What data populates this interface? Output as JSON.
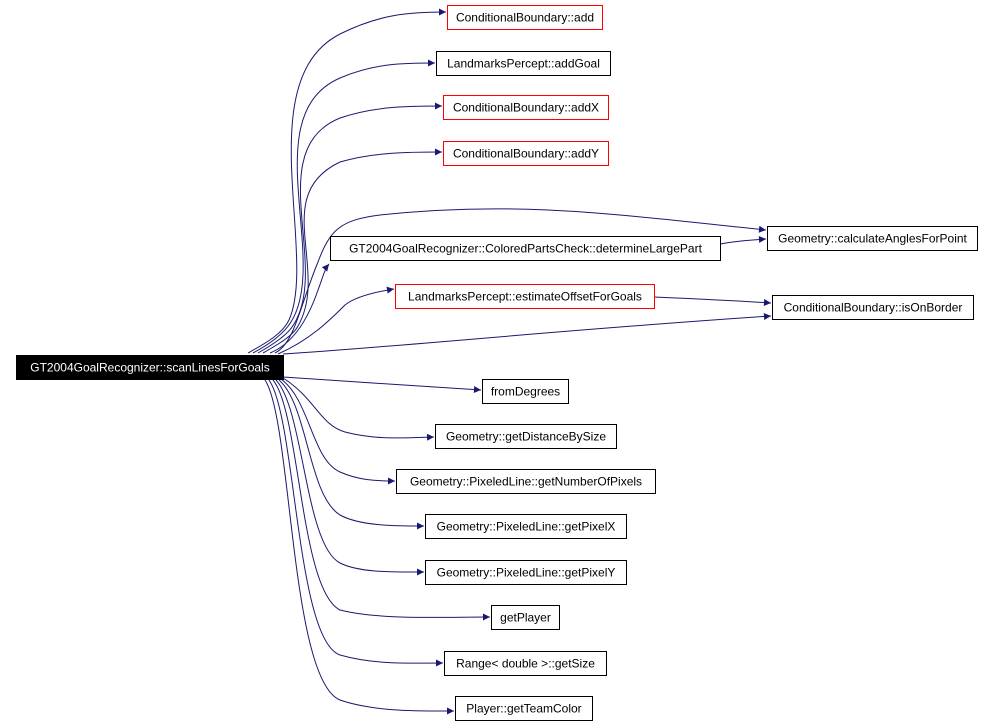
{
  "diagram": {
    "type": "call-graph",
    "colors": {
      "edge": "#191970",
      "root_fill": "#000000",
      "root_text": "#ffffff",
      "node_border_black": "#000000",
      "node_border_red": "#ff0000",
      "node_text": "#000000"
    },
    "root": {
      "id": "root",
      "label": "GT2004GoalRecognizer::scanLinesForGoals"
    },
    "nodes": [
      {
        "id": "cb-add",
        "label": "ConditionalBoundary::add",
        "border": "red"
      },
      {
        "id": "lp-addgoal",
        "label": "LandmarksPercept::addGoal",
        "border": "black"
      },
      {
        "id": "cb-addx",
        "label": "ConditionalBoundary::addX",
        "border": "red"
      },
      {
        "id": "cb-addy",
        "label": "ConditionalBoundary::addY",
        "border": "red"
      },
      {
        "id": "cpc-dlp",
        "label": "GT2004GoalRecognizer::ColoredPartsCheck::determineLargePart",
        "border": "black"
      },
      {
        "id": "lp-eofg",
        "label": "LandmarksPercept::estimateOffsetForGoals",
        "border": "red"
      },
      {
        "id": "geo-cafp",
        "label": "Geometry::calculateAnglesForPoint",
        "border": "black"
      },
      {
        "id": "cb-isonborder",
        "label": "ConditionalBoundary::isOnBorder",
        "border": "black"
      },
      {
        "id": "fromdegrees",
        "label": "fromDegrees",
        "border": "black"
      },
      {
        "id": "geo-gdbs",
        "label": "Geometry::getDistanceBySize",
        "border": "black"
      },
      {
        "id": "pl-gnop",
        "label": "Geometry::PixeledLine::getNumberOfPixels",
        "border": "black"
      },
      {
        "id": "pl-gpx",
        "label": "Geometry::PixeledLine::getPixelX",
        "border": "black"
      },
      {
        "id": "pl-gpy",
        "label": "Geometry::PixeledLine::getPixelY",
        "border": "black"
      },
      {
        "id": "getplayer",
        "label": "getPlayer",
        "border": "black"
      },
      {
        "id": "range-getsize",
        "label": "Range< double >::getSize",
        "border": "black"
      },
      {
        "id": "player-gtc",
        "label": "Player::getTeamColor",
        "border": "black"
      }
    ],
    "edges": [
      {
        "from": "root",
        "to": "cb-add"
      },
      {
        "from": "root",
        "to": "lp-addgoal"
      },
      {
        "from": "root",
        "to": "cb-addx"
      },
      {
        "from": "root",
        "to": "cb-addy"
      },
      {
        "from": "root",
        "to": "cpc-dlp"
      },
      {
        "from": "root",
        "to": "geo-cafp"
      },
      {
        "from": "root",
        "to": "lp-eofg"
      },
      {
        "from": "root",
        "to": "cb-isonborder"
      },
      {
        "from": "root",
        "to": "fromdegrees"
      },
      {
        "from": "root",
        "to": "geo-gdbs"
      },
      {
        "from": "root",
        "to": "pl-gnop"
      },
      {
        "from": "root",
        "to": "pl-gpx"
      },
      {
        "from": "root",
        "to": "pl-gpy"
      },
      {
        "from": "root",
        "to": "getplayer"
      },
      {
        "from": "root",
        "to": "range-getsize"
      },
      {
        "from": "root",
        "to": "player-gtc"
      },
      {
        "from": "cpc-dlp",
        "to": "geo-cafp"
      },
      {
        "from": "lp-eofg",
        "to": "cb-isonborder"
      }
    ]
  }
}
